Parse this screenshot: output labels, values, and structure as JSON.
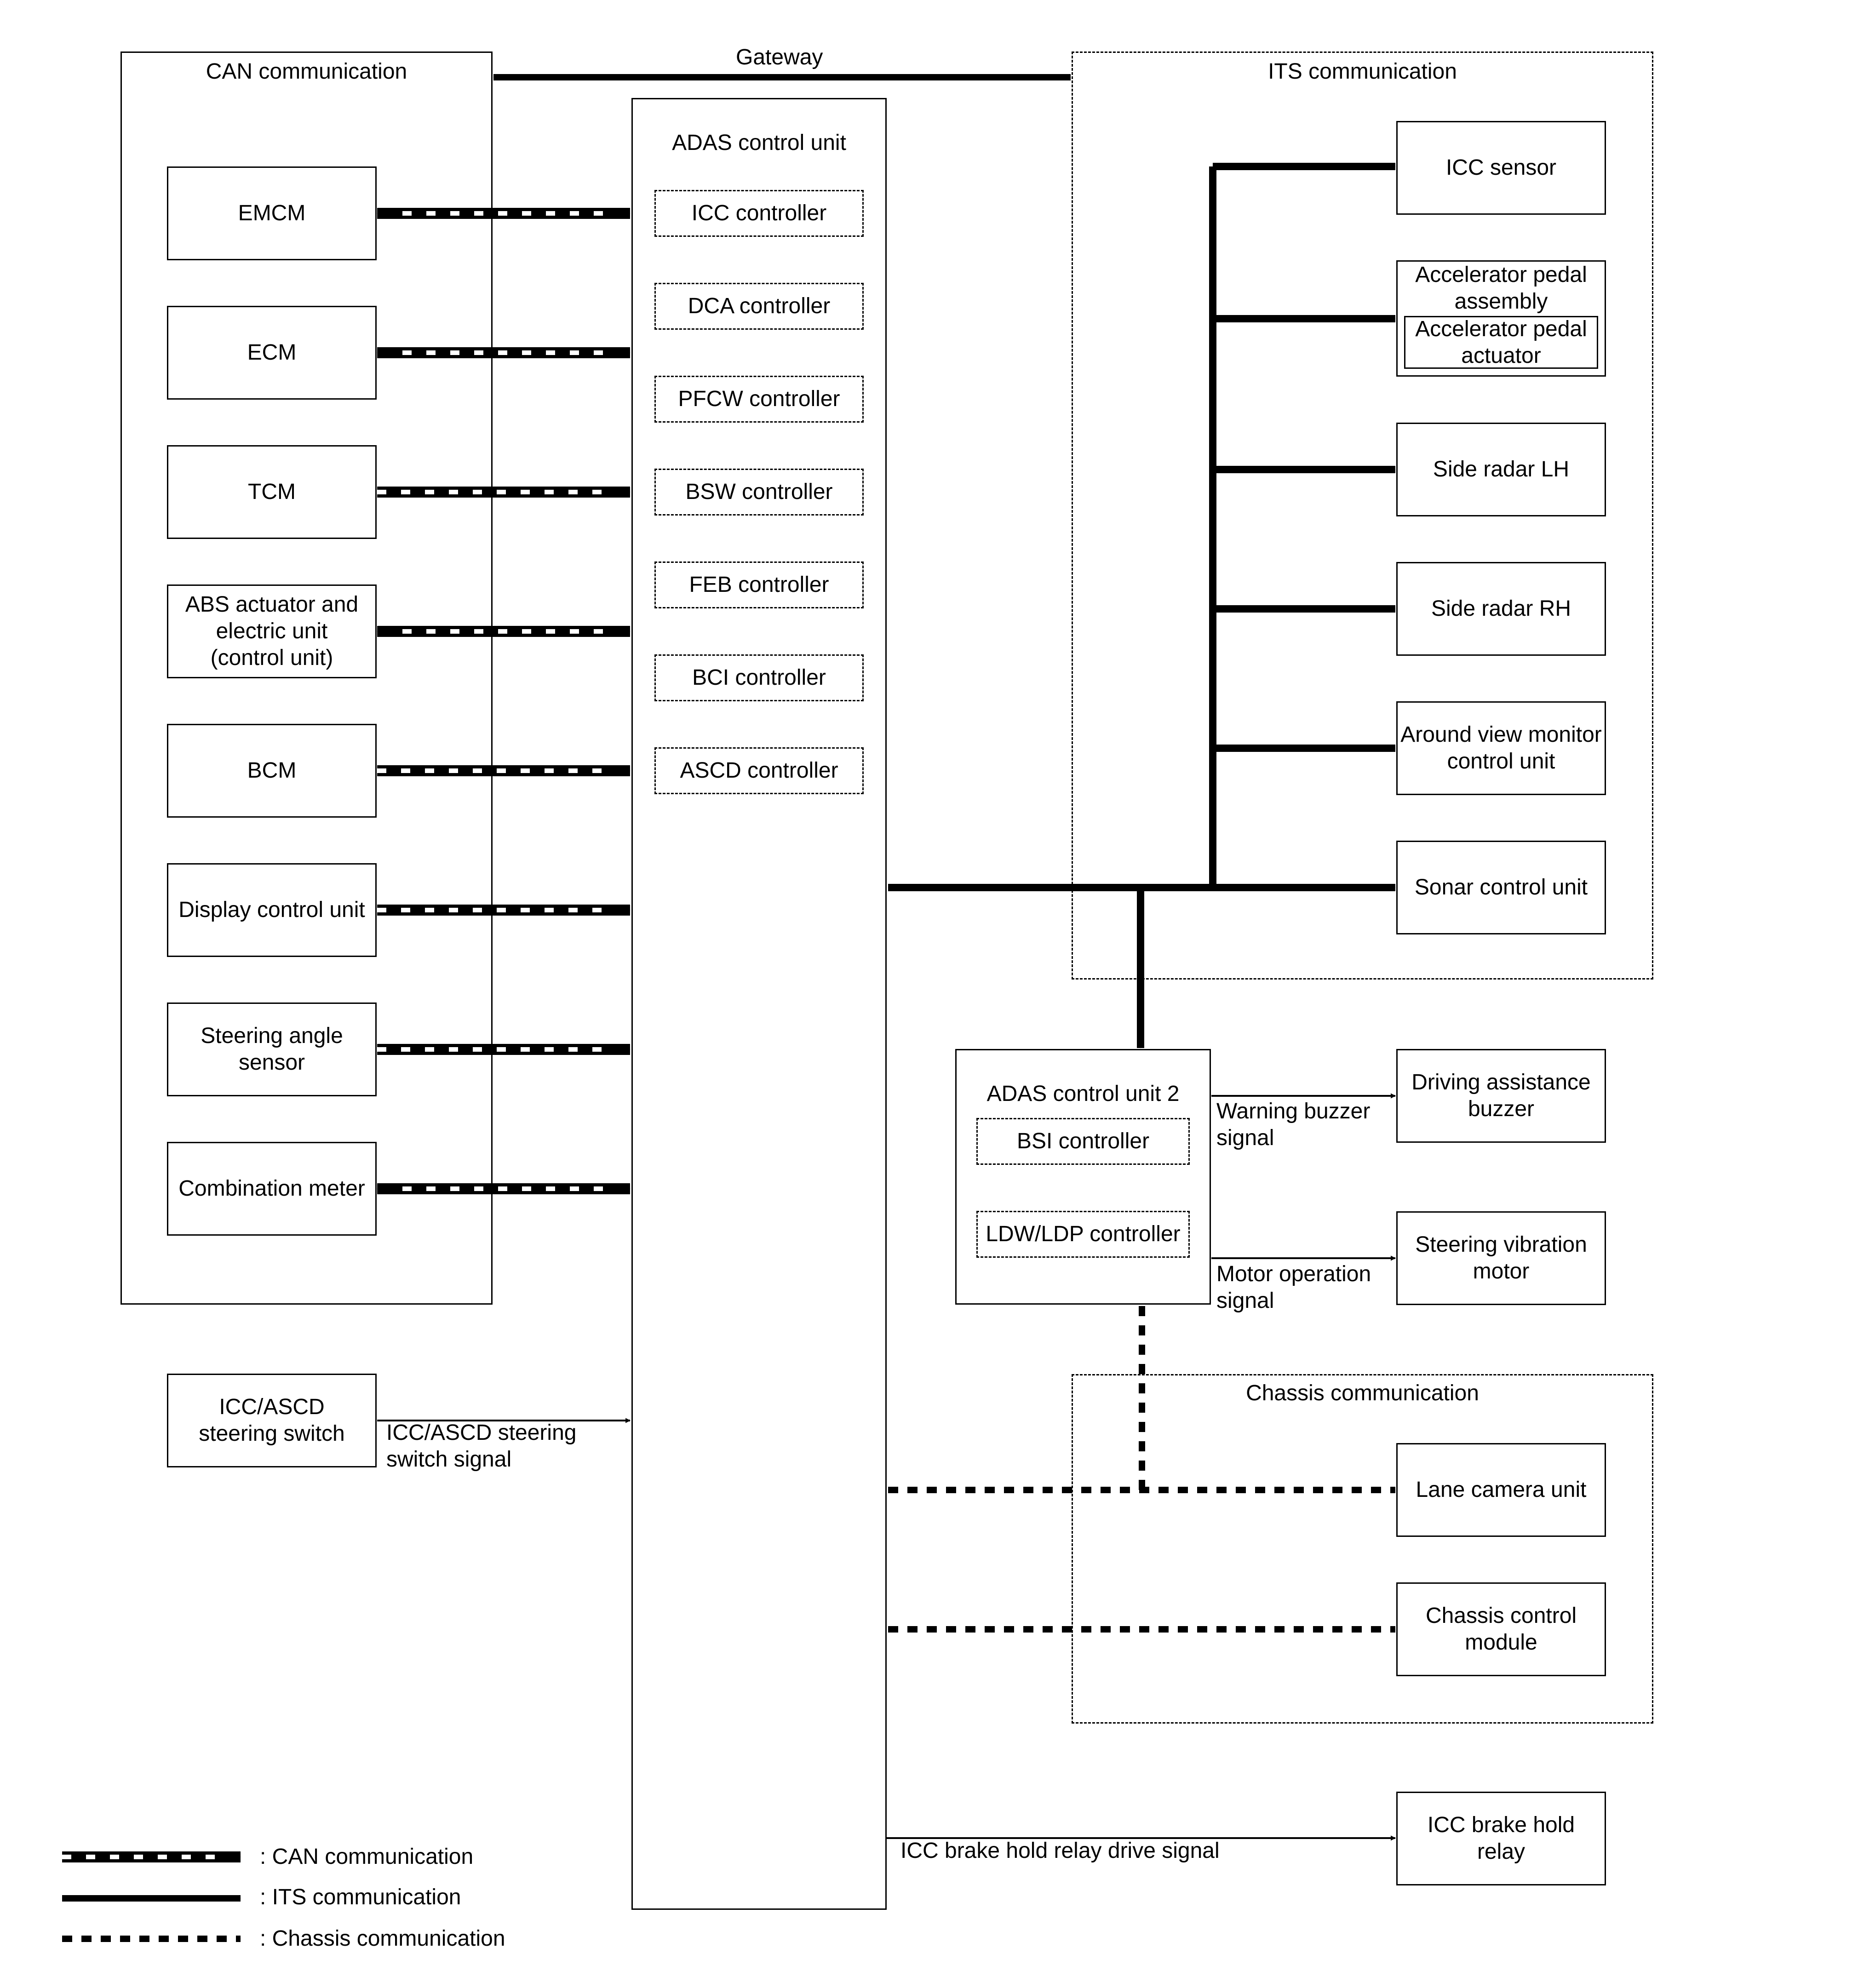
{
  "groups": {
    "can": "CAN communication",
    "its": "ITS communication",
    "chassis": "Chassis communication",
    "gateway": "Gateway"
  },
  "adas": {
    "title": "ADAS control unit",
    "controllers": [
      "ICC controller",
      "DCA controller",
      "PFCW controller",
      "BSW controller",
      "FEB controller",
      "BCI controller",
      "ASCD controller"
    ]
  },
  "adas2": {
    "title": "ADAS control unit 2",
    "controllers": [
      "BSI controller",
      "LDW/LDP controller"
    ]
  },
  "can_units": [
    "EMCM",
    "ECM",
    "TCM",
    "ABS actuator and\nelectric unit\n(control unit)",
    "BCM",
    "Display control unit",
    "Steering angle\nsensor",
    "Combination meter"
  ],
  "its_units": {
    "icc_sensor": "ICC sensor",
    "accel_assembly": "Accelerator pedal\nassembly",
    "accel_actuator": "Accelerator pedal\nactuator",
    "side_radar_lh": "Side radar LH",
    "side_radar_rh": "Side radar RH",
    "avm": "Around view monitor\ncontrol unit",
    "sonar": "Sonar control unit"
  },
  "outputs": {
    "buzzer": "Driving assistance\nbuzzer",
    "steering_motor": "Steering vibration\nmotor",
    "brake_relay": "ICC brake hold\nrelay"
  },
  "chassis_units": {
    "lane_camera": "Lane camera unit",
    "chassis_control": "Chassis control\nmodule"
  },
  "switch": "ICC/ASCD\nsteering switch",
  "signals": {
    "switch_signal": "ICC/ASCD steering\nswitch signal",
    "warning_buzzer": "Warning buzzer\nsignal",
    "motor_operation": "Motor operation\nsignal",
    "brake_relay_drive": "ICC brake hold relay drive signal"
  },
  "legend": [
    ": CAN communication",
    ": ITS communication",
    ": Chassis communication"
  ]
}
